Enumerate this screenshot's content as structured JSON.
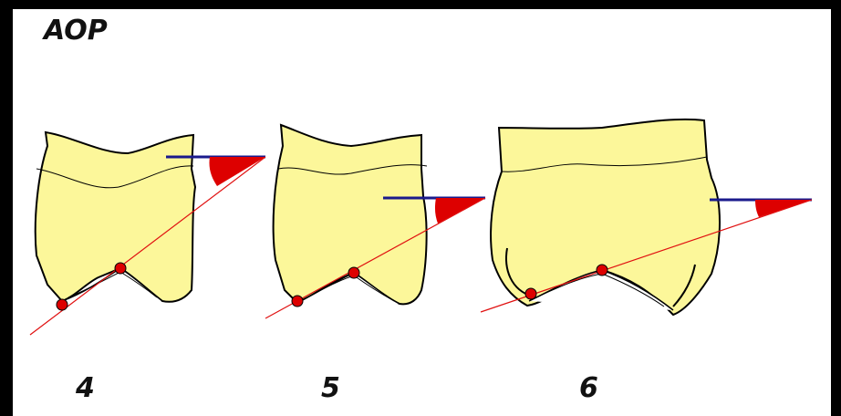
{
  "title": "AOP",
  "teeth": [
    {
      "label": "4"
    },
    {
      "label": "5"
    },
    {
      "label": "6"
    }
  ],
  "colors": {
    "tooth_fill": "#fcf79a",
    "outline": "#000000",
    "reference_line": "#1a1a8c",
    "angle_fill": "#dd0000",
    "plane_line": "#e01010",
    "contact_point": "#dd0000",
    "background": "#ffffff",
    "border": "#000000"
  }
}
